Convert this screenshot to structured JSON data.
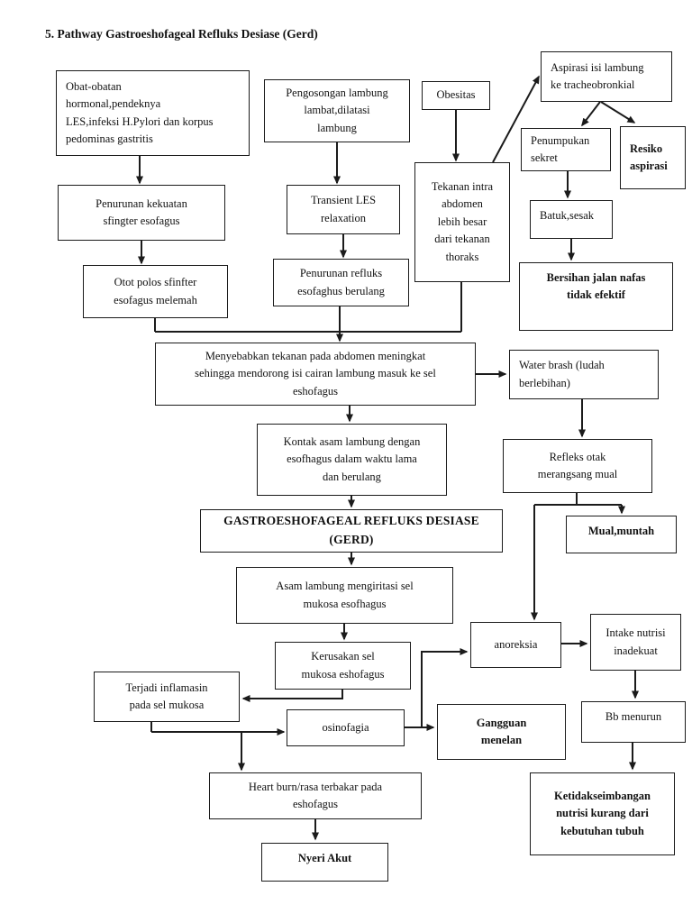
{
  "page": {
    "title": "5. Pathway Gastroeshofageal Refluks Desiase (Gerd)"
  },
  "colors": {
    "line": "#1b1b1b",
    "box_border": "#1b1b1b",
    "background": "#ffffff",
    "text": "#111111"
  },
  "nodes": {
    "obat_obatan": {
      "label": "Obat-obatan\nhormonal,pendeknya\nLES,infeksi H.Pylori dan korpus\npedominas gastritis"
    },
    "pengosongan": {
      "label": "Pengosongan lambung\nlambat,dilatasi\nlambung"
    },
    "obesitas": {
      "label": "Obesitas"
    },
    "aspirasi_isi": {
      "label": "Aspirasi isi lambung\nke tracheobronkial"
    },
    "penumpukan_sekret": {
      "label": "Penumpukan\nsekret"
    },
    "resiko_aspirasi": {
      "label": "Resiko\naspirasi"
    },
    "tekanan_intra": {
      "label": "Tekanan intra\nabdomen\nlebih besar\ndari tekanan\nthoraks"
    },
    "batuk_sesak": {
      "label": "Batuk,sesak"
    },
    "bersihan_jalan": {
      "label": "Bersihan jalan nafas\ntidak efektif"
    },
    "penurunan_kekuatan": {
      "label": "Penurunan kekuatan\nsfingter esofagus"
    },
    "transient_les": {
      "label": "Transient LES\nrelaxation"
    },
    "otot_polos": {
      "label": "Otot polos sfinfter\nesofagus melemah"
    },
    "penurunan_refluks": {
      "label": "Penurunan refluks\nesofaghus berulang"
    },
    "menyebabkan": {
      "label": "Menyebabkan tekanan pada abdomen meningkat\nsehingga mendorong isi cairan lambung masuk ke sel\neshofagus"
    },
    "water_brash": {
      "label": "Water brash (ludah\nberlebihan)"
    },
    "kontak_asam": {
      "label": "Kontak asam lambung dengan\nesofhagus dalam waktu lama\ndan berulang"
    },
    "refleks_otak": {
      "label": "Refleks otak\nmerangsang mual"
    },
    "gerd": {
      "label": "GASTROESHOFAGEAL REFLUKS DESIASE\n(GERD)"
    },
    "mual_muntah": {
      "label": "Mual,muntah"
    },
    "asam_lambung": {
      "label": "Asam lambung mengiritasi sel\nmukosa esofhagus"
    },
    "kerusakan_sel": {
      "label": "Kerusakan sel\nmukosa eshofagus"
    },
    "anoreksia": {
      "label": "anoreksia"
    },
    "intake_nutrisi": {
      "label": "Intake nutrisi\ninadekuat"
    },
    "terjadi_inflamasin": {
      "label": "Terjadi inflamasin\npada sel mukosa"
    },
    "osinofagia": {
      "label": "osinofagia"
    },
    "gangguan_menelan": {
      "label": "Gangguan\nmenelan"
    },
    "bb_menurun": {
      "label": "Bb menurun"
    },
    "heart_burn": {
      "label": "Heart burn/rasa terbakar pada\neshofagus"
    },
    "nyeri_akut": {
      "label": "Nyeri Akut"
    },
    "ketidakseimbangan": {
      "label": "Ketidakseimbangan\nnutrisi kurang dari\nkebutuhan tubuh"
    }
  }
}
